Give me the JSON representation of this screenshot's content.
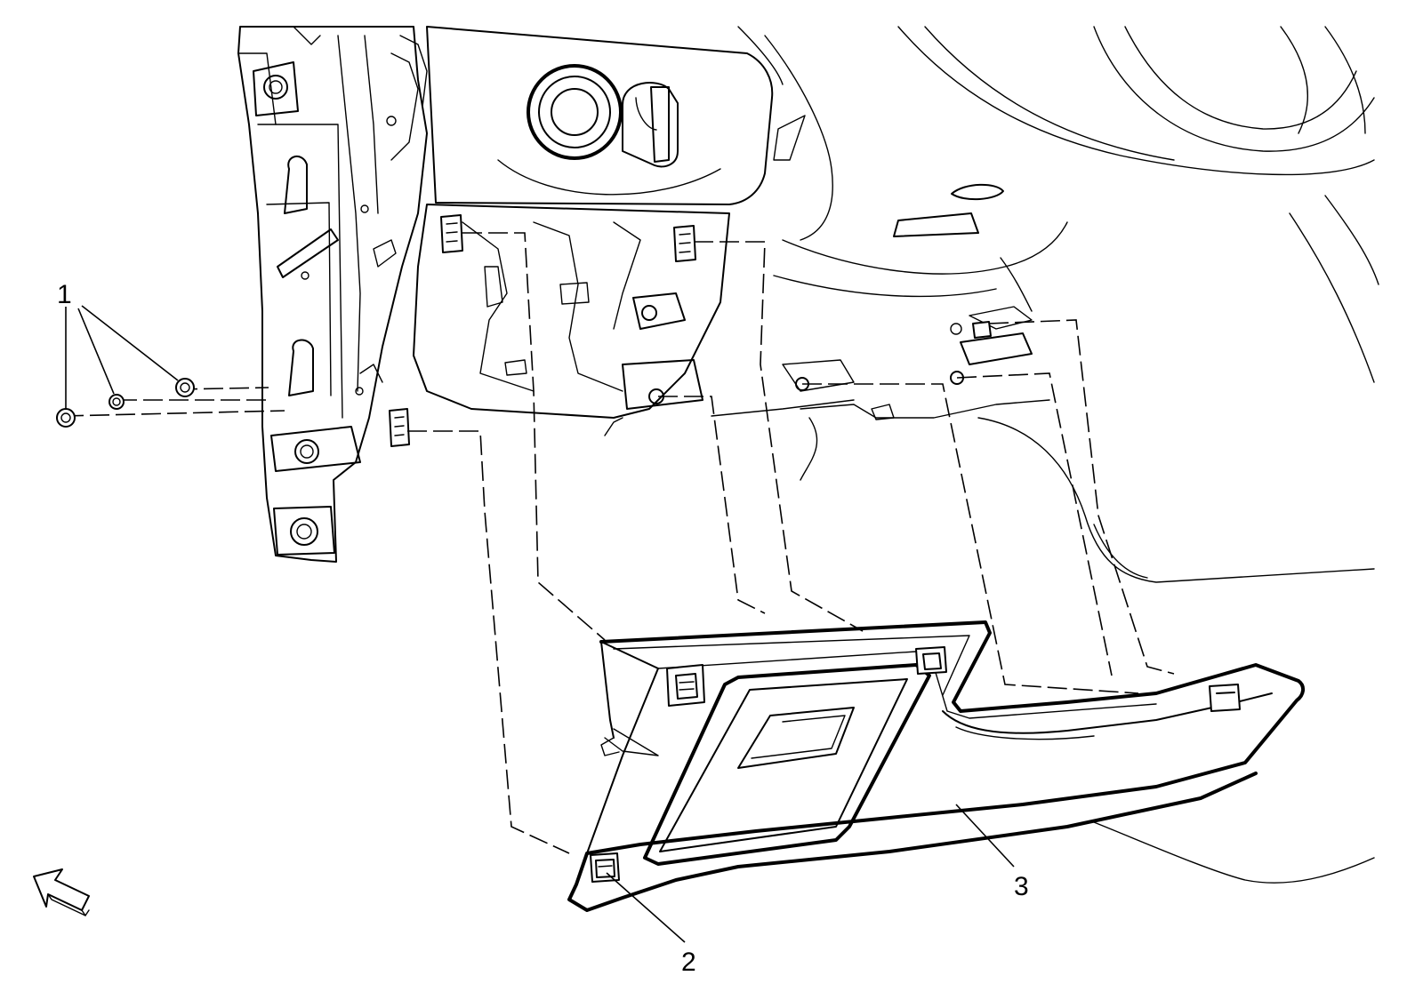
{
  "callouts": [
    {
      "id": "1",
      "text": "1",
      "part": "nut"
    },
    {
      "id": "2",
      "text": "2",
      "part": "clip"
    },
    {
      "id": "3",
      "text": "3",
      "part": "panel"
    }
  ],
  "icons": {
    "view_direction": "view-direction-arrow-icon"
  },
  "colors": {
    "line": "#000000",
    "background": "#ffffff"
  }
}
